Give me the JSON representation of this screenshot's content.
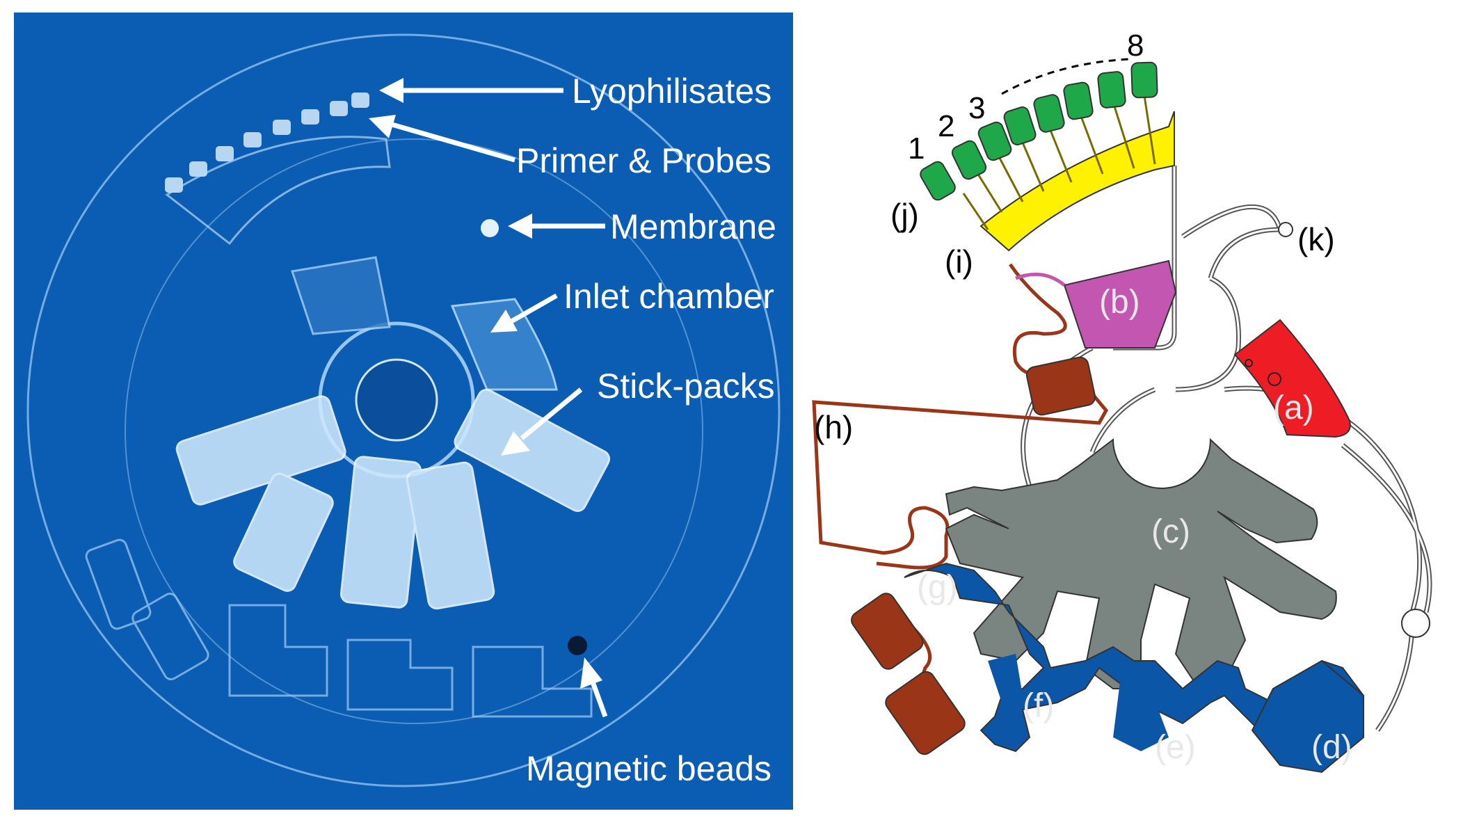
{
  "photo_panel": {
    "labels": {
      "lyophilisates": "Lyophilisates",
      "primer_probes": "Primer & Probes",
      "membrane": "Membrane",
      "inlet_chamber": "Inlet chamber",
      "stick_packs": "Stick-packs",
      "magnetic_beads": "Magnetic beads"
    },
    "colors": {
      "background": "#0a5db3",
      "label": "#ffffff"
    }
  },
  "schematic_panel": {
    "chamber_labels": {
      "a": "(a)",
      "b": "(b)",
      "c": "(c)",
      "d": "(d)",
      "e": "(e)",
      "f": "(f)",
      "g": "(g)",
      "h": "(h)",
      "i": "(i)",
      "j": "(j)",
      "k": "(k)"
    },
    "reaction_numbers": {
      "n1": "1",
      "n2": "2",
      "n3": "3",
      "n8": "8"
    },
    "colors": {
      "inlet": "#ee1c24",
      "lysis": "#c256b0",
      "stick_packs": "#7a8481",
      "wash": "#0c56a8",
      "waste": "#9a3518",
      "distribution": "#fff200",
      "reaction": "#1fa84a"
    }
  }
}
